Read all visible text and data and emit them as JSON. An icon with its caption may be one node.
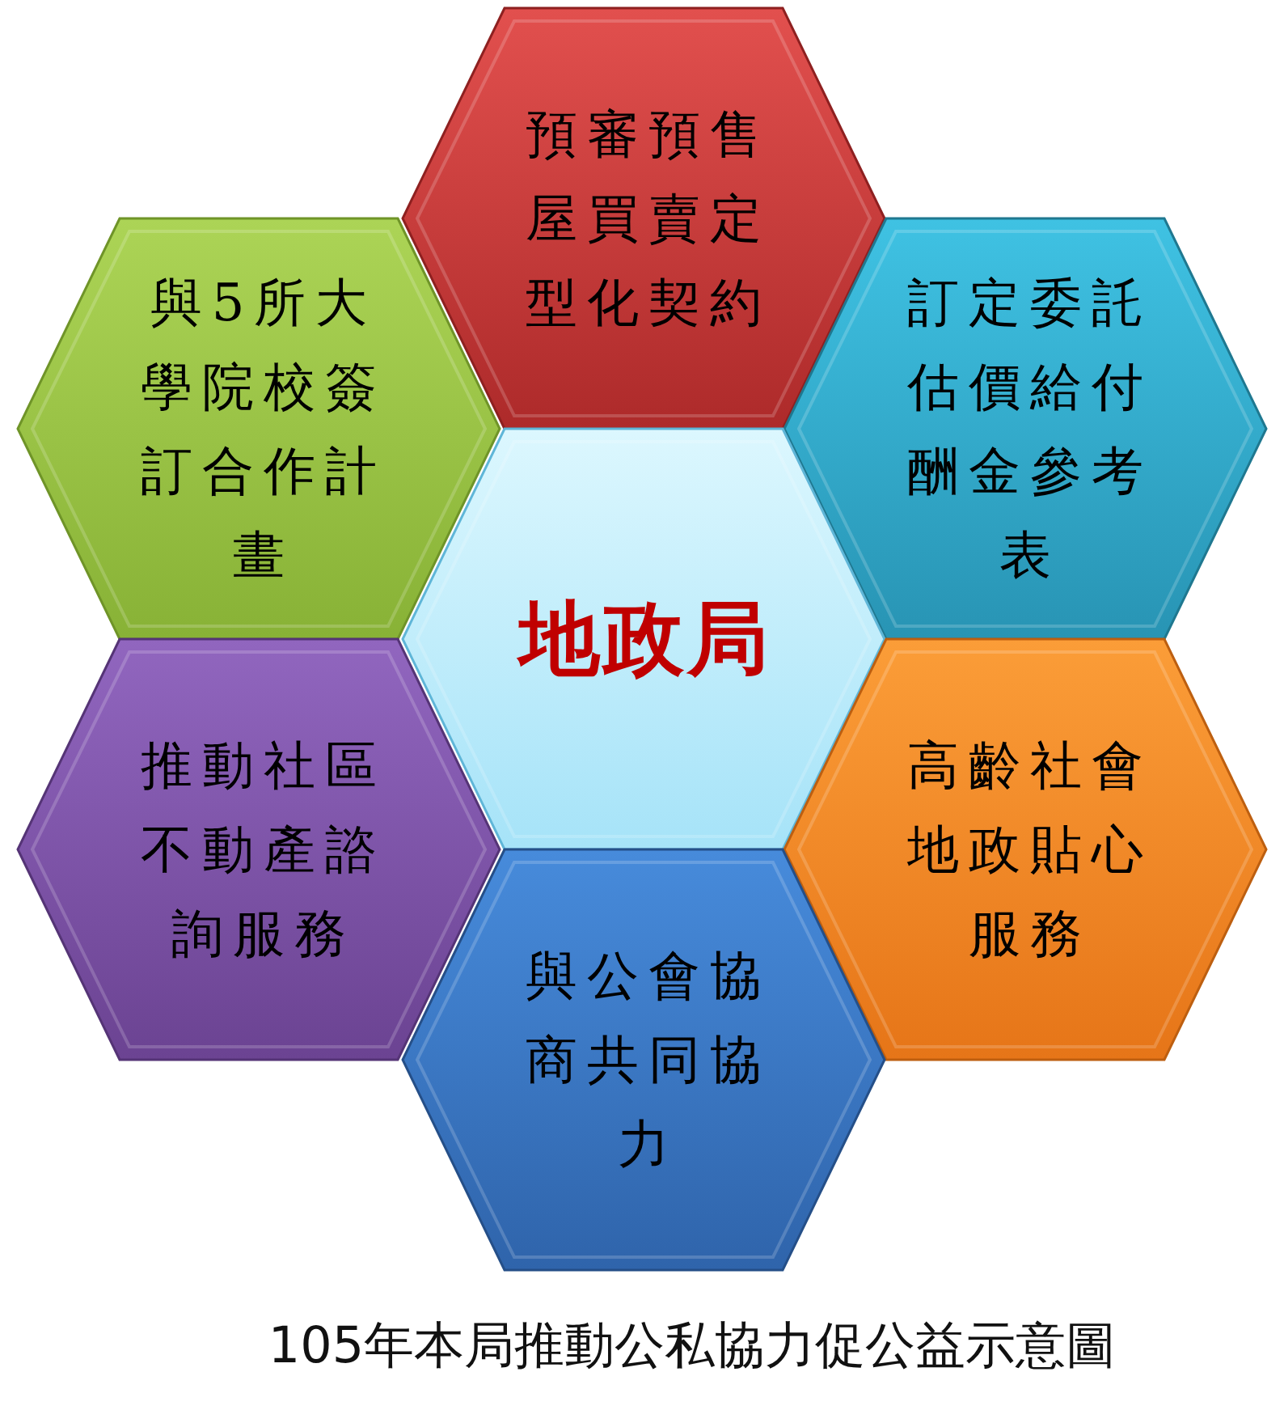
{
  "diagram": {
    "caption": "105年本局推動公私協力促公益示意圖",
    "nodes": [
      {
        "text": [
          "預審預售屋買賣定型化契約"
        ]
      },
      {
        "text": [
          "與5所大學院校簽訂合作計畫"
        ]
      },
      {
        "text": [
          "訂定委託估價給付酬金參考表"
        ]
      },
      {
        "text": [
          "地政局"
        ]
      },
      {
        "text": [
          "推動社區不動產諮詢服務"
        ]
      },
      {
        "text": [
          "高齡社會地政貼心服務"
        ]
      },
      {
        "text": [
          "與公會協商共同協力"
        ]
      }
    ]
  }
}
